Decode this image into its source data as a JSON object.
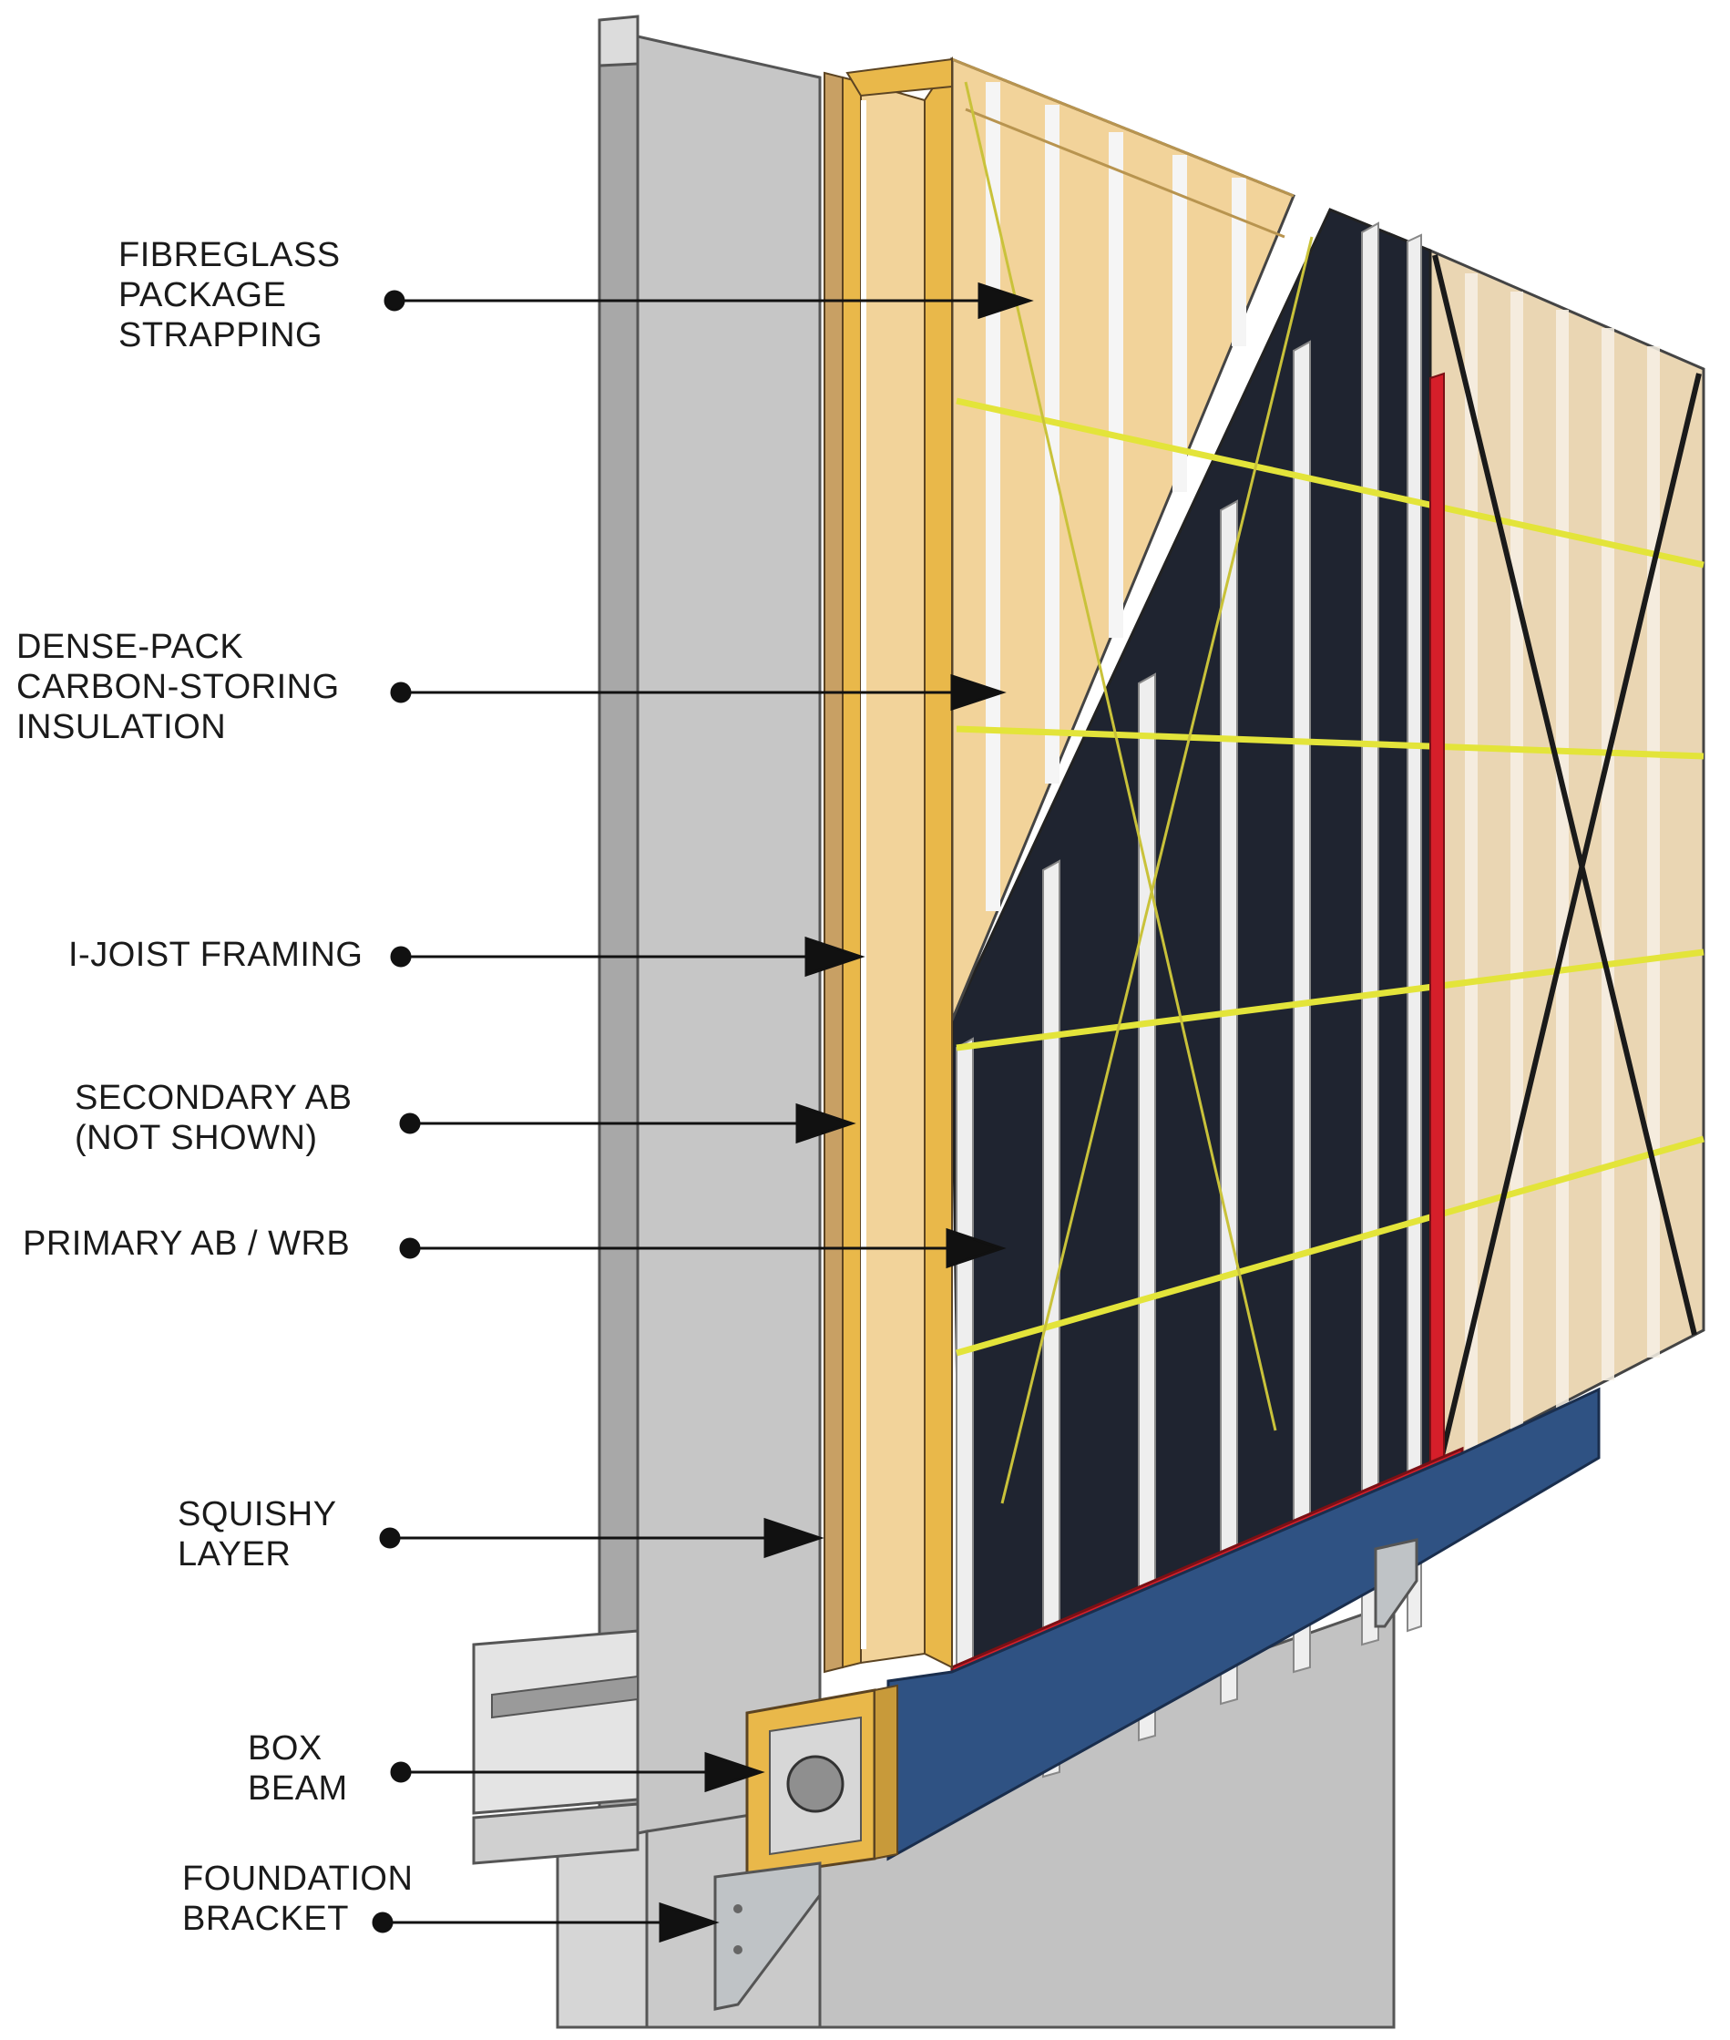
{
  "diagram": {
    "colors": {
      "concrete": "#c9c9c9",
      "concrete_dark": "#a9a9a9",
      "insulation": "#f2d39a",
      "wood_frame": "#e9b84a",
      "sheathing": "#ead6b3",
      "membrane": "#1f2430",
      "flashing_blue": "#2f5283",
      "red_sill": "#d51f2a",
      "strap_yellow": "#e3e43a",
      "strap_black": "#1a1a1a",
      "strapping_white": "#eeeeee",
      "bracket_steel": "#bfc3c6"
    },
    "callouts": [
      {
        "id": "fibreglass-package-strapping",
        "lines": [
          "FIBREGLASS",
          "PACKAGE",
          "STRAPPING"
        ]
      },
      {
        "id": "dense-pack-insulation",
        "lines": [
          "DENSE-PACK",
          "CARBON-STORING",
          "INSULATION"
        ]
      },
      {
        "id": "i-joist-framing",
        "lines": [
          "I-JOIST FRAMING"
        ]
      },
      {
        "id": "secondary-ab",
        "lines": [
          "SECONDARY AB",
          "(NOT SHOWN)"
        ]
      },
      {
        "id": "primary-ab-wrb",
        "lines": [
          "PRIMARY AB / WRB"
        ]
      },
      {
        "id": "squishy-layer",
        "lines": [
          "SQUISHY",
          "LAYER"
        ]
      },
      {
        "id": "box-beam",
        "lines": [
          "BOX",
          "BEAM"
        ]
      },
      {
        "id": "foundation-bracket",
        "lines": [
          "FOUNDATION",
          "BRACKET"
        ]
      }
    ]
  }
}
